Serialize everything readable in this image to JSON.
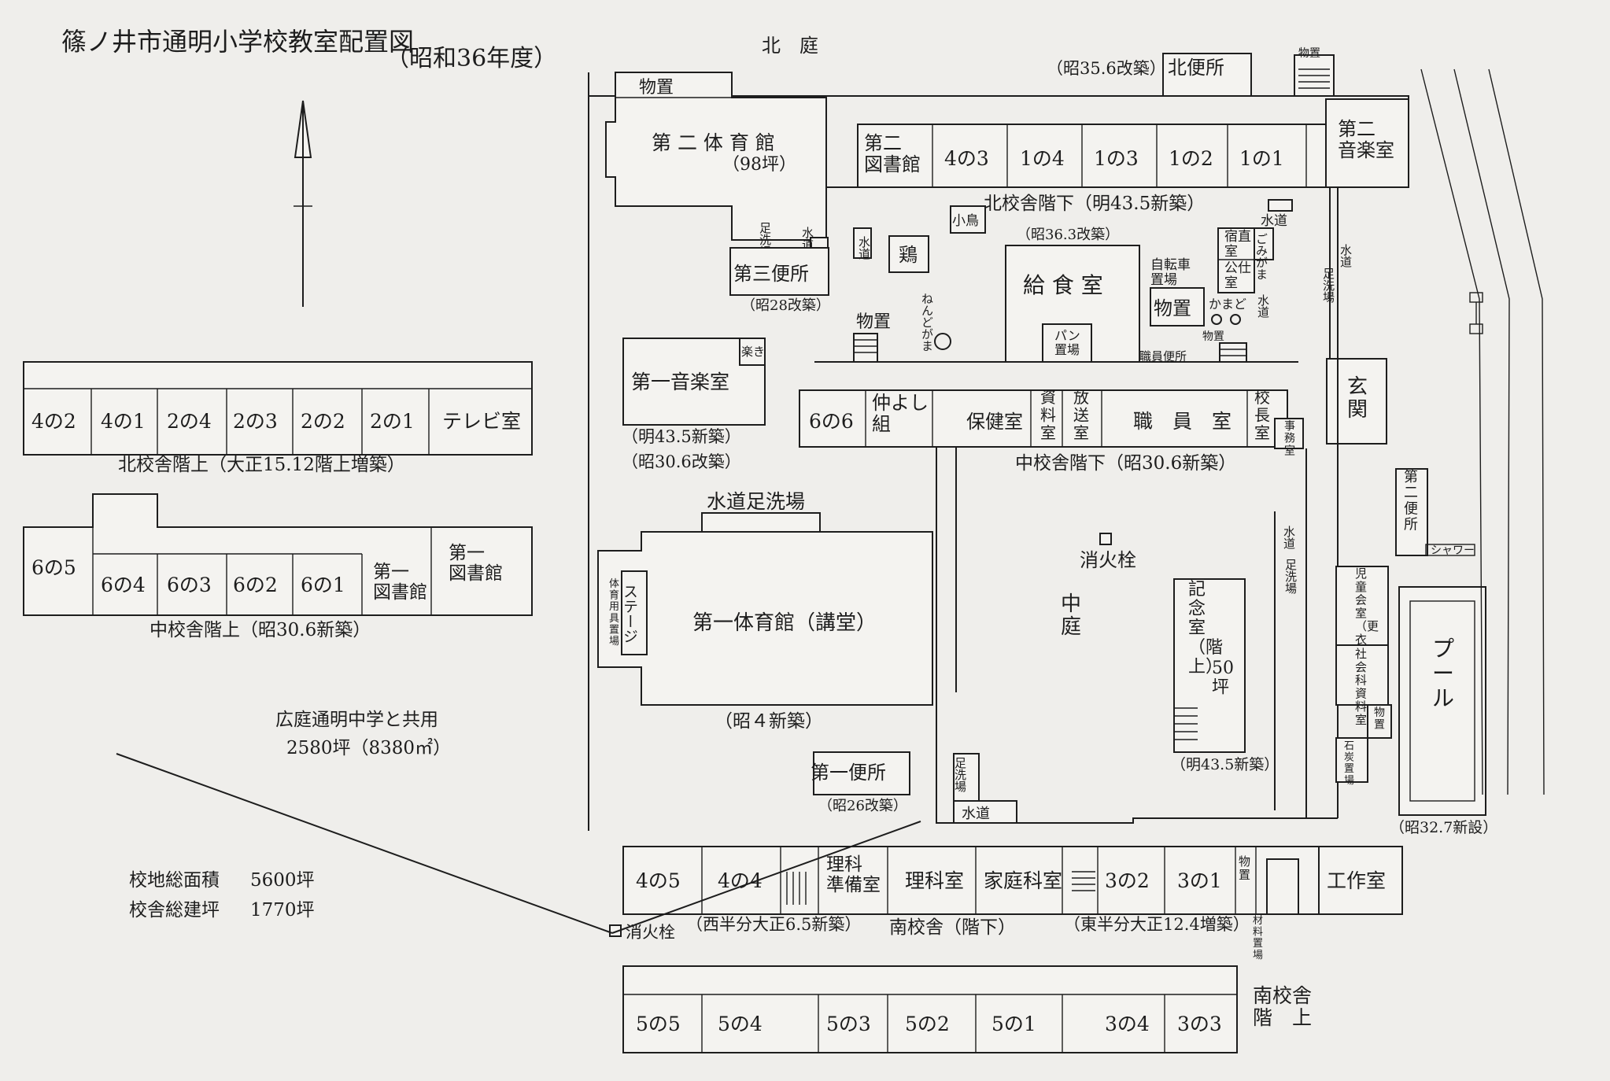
{
  "title": "篠ノ井市通明小学校教室配置図",
  "subtitle": "（昭和36年度）",
  "north_court": "北　庭",
  "north_toilet": "北便所",
  "north_toilet_note": "（昭35.6改築）",
  "storage_nw": "物置",
  "storage_ne": "物置",
  "gym2": "第 二 体 育 館",
  "gym2_area": "（98坪）",
  "library2": "第二\n図書館",
  "north_rooms": [
    "4の3",
    "1の4",
    "1の3",
    "1の2",
    "1の1"
  ],
  "music2": "第二\n音楽室",
  "north_lower_label": "北校舎階下（明43.5新築）",
  "water_label": "水道",
  "footwash_label": "足洗場",
  "small_bird": "小鳥",
  "chicken": "鶏",
  "toilet3": "第三便所",
  "toilet3_note": "（昭28改築）",
  "kitchen_note": "（昭36.3改築）",
  "kitchen": "給 食 室",
  "bicycle": "自転車\n置場",
  "night_duty": "宿直\n室",
  "public_room": "公仕\n室",
  "garbage": "ごみがま",
  "storage_mid": "物置",
  "kamado": "かまど",
  "storage_small": "物置",
  "bread": "パン\n置場",
  "staff_toilet": "職員便所",
  "storage_w": "物置",
  "kiln": "ねんどがま",
  "music1": "第一音楽室",
  "music1_prep": "楽き",
  "music1_note1": "（明43.5新築）",
  "music1_note2": "（昭30.6改築）",
  "room_6_6": "6の6",
  "nakayoshi": "仲よし\n組",
  "health": "保健室",
  "materials": "資\n料\n室",
  "broadcast": "放\n送\n室",
  "staff_room": "職　員　室",
  "principal": "校\n長\n室",
  "office": "事\n務\n室",
  "entrance": "玄\n関",
  "mid_lower_label": "中校舎階下（昭30.6新築）",
  "water_footwash": "水道足洗場",
  "gym1": "第一体育館（講堂）",
  "stage": "ステージ",
  "gym_storage": "体\n育\n用\n具\n置\n場",
  "gym1_note": "（昭４新築）",
  "hydrant": "消火栓",
  "courtyard": "中\n\n庭",
  "memorial": "記\n念\n室\n（階\n上）",
  "memorial_area": "50\n坪",
  "memorial_note": "（明43.5新築）",
  "toilet2": "第\n二\n便\n所",
  "shower": "シャワー",
  "children_room": "児\n童\n会\n室\n（更\n衣\n室）",
  "social_room": "社\n会\n科\n資\n料\n室",
  "storage_pool": "物\n置",
  "coal": "石\n炭\n置\n場",
  "pool": "プ\nー\nル",
  "pool_note": "（昭32.7新設）",
  "toilet1": "第一便所",
  "toilet1_note": "（昭26改築）",
  "south_rooms": [
    "4の5",
    "4の4"
  ],
  "science_prep": "理科\n準備室",
  "science": "理科室",
  "home_ec": "家庭科室",
  "south_rooms_east": [
    "3の2",
    "3の1"
  ],
  "south_storage": "物\n置",
  "material_storage": "材\n料\n置\n場",
  "craft": "工作室",
  "south_label_west": "（西半分大正6.5新築）",
  "south_label_mid": "南校舎（階下）",
  "south_label_east": "（東半分大正12.4増築）",
  "south_upper_rooms": [
    "5の5",
    "5の4",
    "5の3",
    "5の2",
    "5の1",
    "3の4",
    "3の3"
  ],
  "south_upper_label": "南校舎\n階　上",
  "north_upper_rooms": [
    "4の2",
    "4の1",
    "2の4",
    "2の3",
    "2の2",
    "2の1",
    "テレビ室"
  ],
  "north_upper_label": "北校舎階上（大正15.12階上増築）",
  "mid_upper_rooms": [
    "6の5",
    "6の4",
    "6の3",
    "6の2",
    "6の1",
    "第一\n図書館",
    "第一\n図書館"
  ],
  "mid_upper_label": "中校舎階上（昭30.6新築）",
  "shared_note": "広庭通明中学と共用",
  "shared_area": "2580坪（8380㎡）",
  "site_area_label": "校地総面積",
  "site_area_value": "5600坪",
  "building_area_label": "校舎総建坪",
  "building_area_value": "1770坪"
}
